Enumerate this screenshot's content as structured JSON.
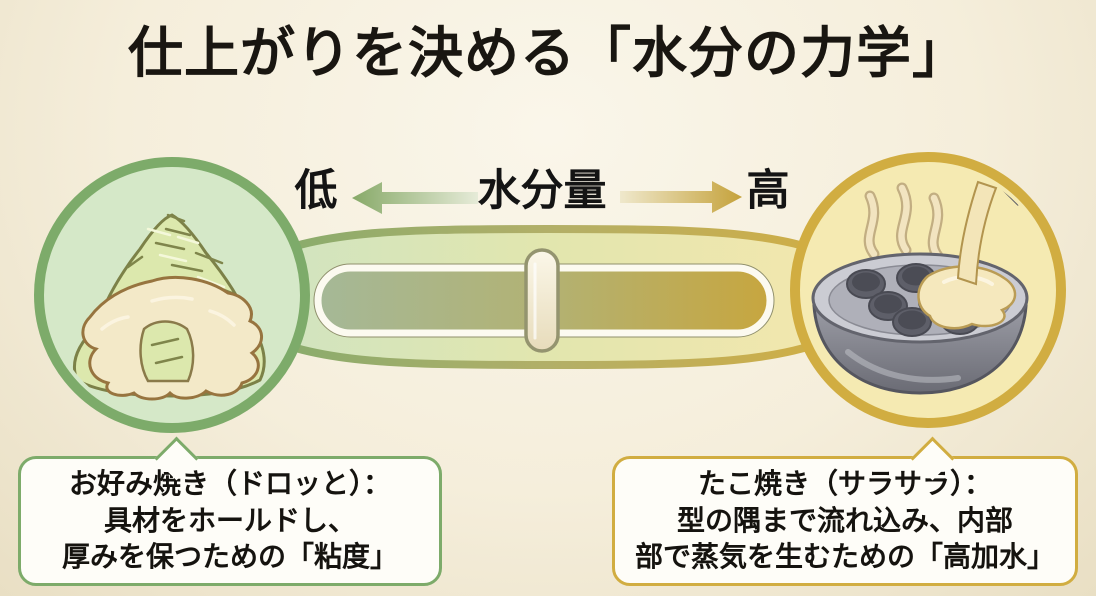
{
  "title": "仕上がりを決める「水分の力学」",
  "moisture_scale": {
    "label": "水分量",
    "low": "低",
    "high": "高",
    "slider_position": "center"
  },
  "left_side": {
    "name": "okonomiyaki",
    "illustration": "cabbage-mound-with-thick-batter",
    "callout_lines": [
      "お好み焼き（ドロッと）：",
      "具材をホールドし、",
      "厚みを保つための「粘度」"
    ]
  },
  "right_side": {
    "name": "takoyaki",
    "illustration": "takoyaki-pan-with-pouring-batter-and-steam",
    "callout_lines": [
      "たこ焼き（サラサラ）：",
      "型の隅まで流れ込み、内部",
      "部で蒸気を生むための「高加水」"
    ]
  },
  "colors": {
    "background": "#f6f0df",
    "green_accent": "#7dab6a",
    "green_fill": "#d5e8c8",
    "gold_accent": "#d1ad41",
    "gold_fill": "#f5eab2",
    "track_green": "#a5b897",
    "track_gold": "#c7a63f",
    "handle_fill": "#f4ecd4",
    "text": "#171512",
    "callout_bg": "#fefdf8"
  }
}
